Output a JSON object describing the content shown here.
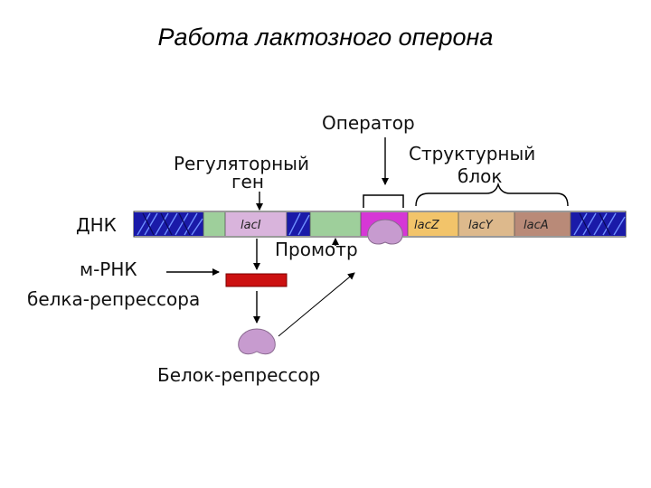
{
  "title": "Работа лактозного оперона",
  "labels": {
    "operator": "Оператор",
    "structural_block_line1": "Структурный",
    "structural_block_line2": "блок",
    "regulatory_gene_line1": "Регуляторный",
    "regulatory_gene_line2": "ген",
    "dna": "ДНК",
    "promoter": "Промотр",
    "mrna_line1": "м-РНК",
    "mrna_line2": "белка-репрессора",
    "repressor_protein": "Белок-репрессор"
  },
  "genes": {
    "lacI": "lacI",
    "lacZ": "lacZ",
    "lacY": "lacY",
    "lacA": "lacA"
  },
  "colors": {
    "dna_blue": "#1a1aa8",
    "lacI": "#d9b4dc",
    "regulatory_green": "#9ecf9b",
    "promoter_green": "#9ecf9b",
    "operator": "#d637d6",
    "lacZ": "#f2c46a",
    "lacY": "#ddb98c",
    "lacA": "#b98a78",
    "mrna_bar": "#cc1111",
    "repressor": "#c79bcf"
  }
}
